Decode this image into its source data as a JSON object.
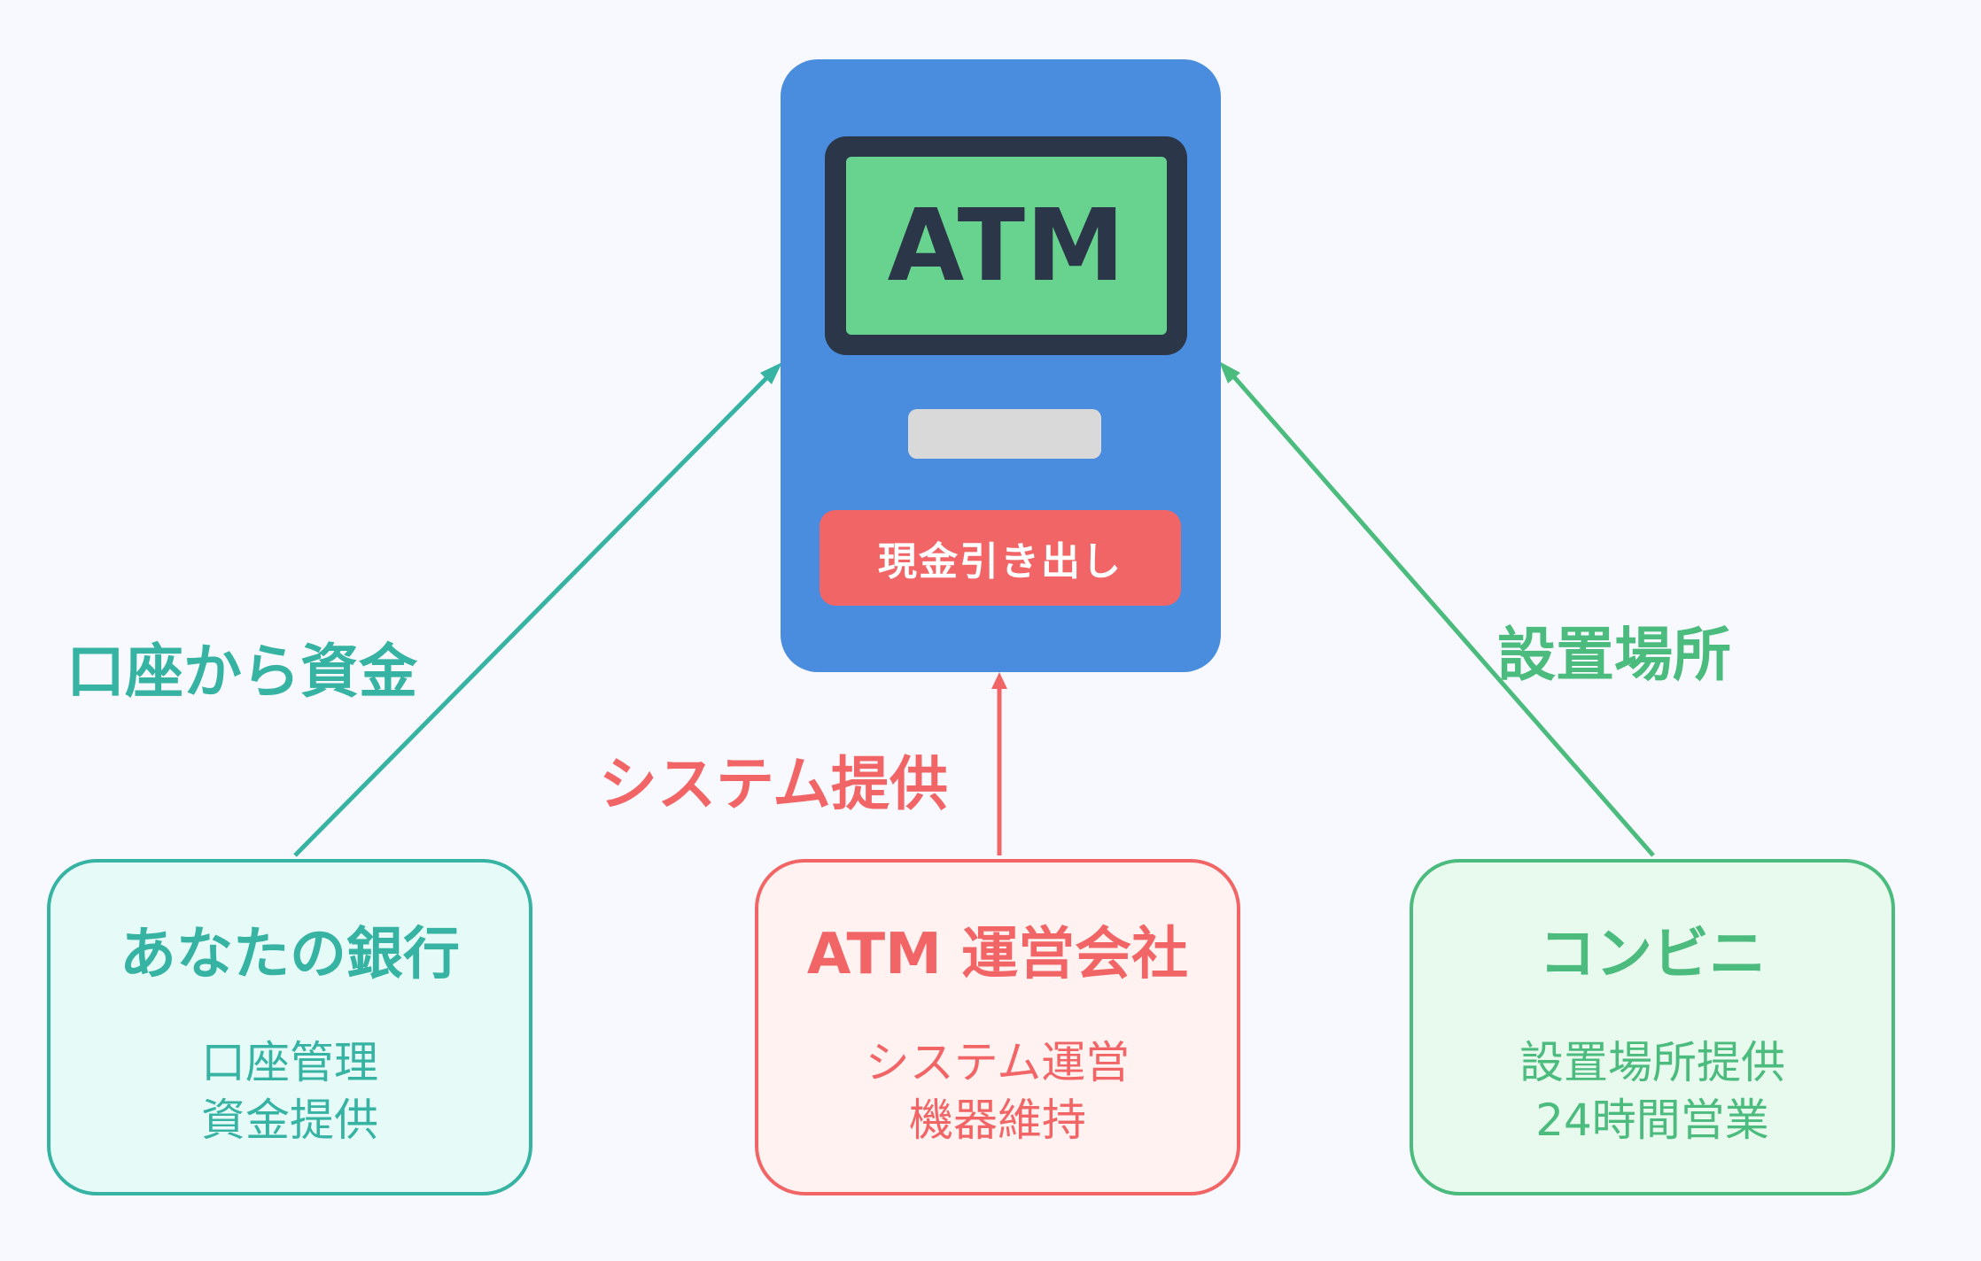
{
  "atm": {
    "screen_label": "ATM",
    "button_label": "現金引き出し",
    "colors": {
      "body": "#4a8ddf",
      "screen": "#68d38f",
      "frame": "#2c3649",
      "button": "#f26566",
      "slot": "#d9d9d9"
    }
  },
  "edges": {
    "bank": "口座から資金",
    "operator": "システム提供",
    "convenience": "設置場所"
  },
  "parties": {
    "bank": {
      "title": "あなたの銀行",
      "lines": [
        "口座管理",
        "資金提供"
      ],
      "color": "#37b3a3"
    },
    "operator": {
      "title": "ATM 運営会社",
      "lines": [
        "システム運営",
        "機器維持"
      ],
      "color": "#f26566"
    },
    "convenience": {
      "title": "コンビニ",
      "lines": [
        "設置場所提供",
        "24時間営業"
      ],
      "color": "#4bbc7d"
    }
  }
}
